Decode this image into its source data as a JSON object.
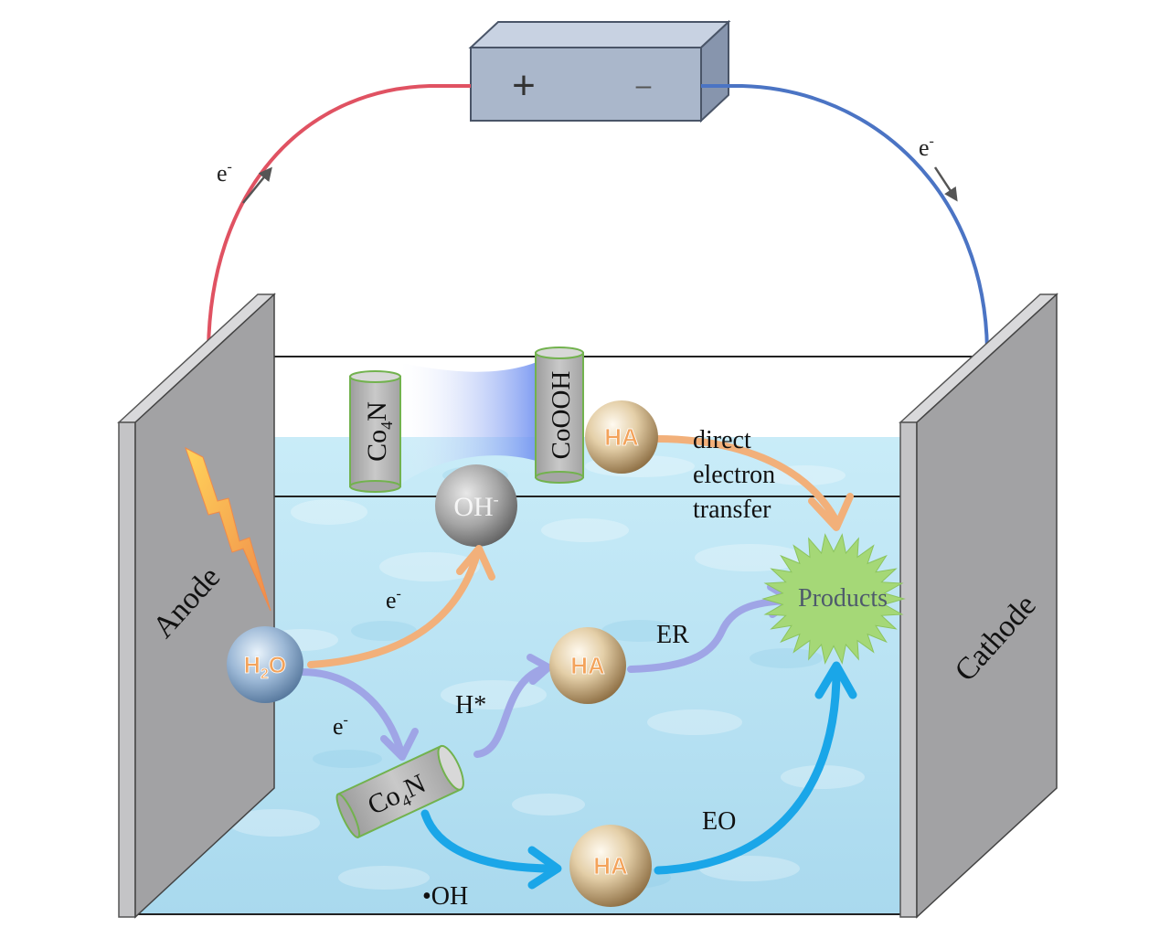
{
  "battery": {
    "plus": "+",
    "minus": "–"
  },
  "electron": {
    "left": "e",
    "right": "e",
    "sup": "-"
  },
  "electrodes": {
    "anode": "Anode",
    "cathode": "Cathode"
  },
  "species": {
    "co4n_top_main": "Co",
    "co4n_top_sub": "4",
    "co4n_top_end": "N",
    "co4n_bottom_main": "Co",
    "co4n_bottom_sub": "4",
    "co4n_bottom_end": "N",
    "cooh": "CoOOH",
    "oh_radical": "OH",
    "h2o_main": "H",
    "h2o_sub": "2",
    "h2o_end": "O",
    "ha": "HA",
    "products": "Products"
  },
  "labels": {
    "direct_1": "direct",
    "direct_2": "electron",
    "direct_3": "transfer",
    "e_upper": "e",
    "e_lower": "e",
    "e_sup": "-",
    "h_star": "H*",
    "er": "ER",
    "eo": "EO",
    "dot_oh": "•OH"
  },
  "colors": {
    "wire_red": "#e05262",
    "wire_blue": "#4b74c4",
    "water": "#b8e2f2",
    "electrode": "#a2a2a4",
    "battery": "#aab7cb",
    "arrow_orange": "#f2b07a",
    "arrow_lavender": "#9fa5e6",
    "arrow_blue": "#1aa6e8",
    "products": "#a5d877",
    "ha_label": "#f3a35b"
  }
}
